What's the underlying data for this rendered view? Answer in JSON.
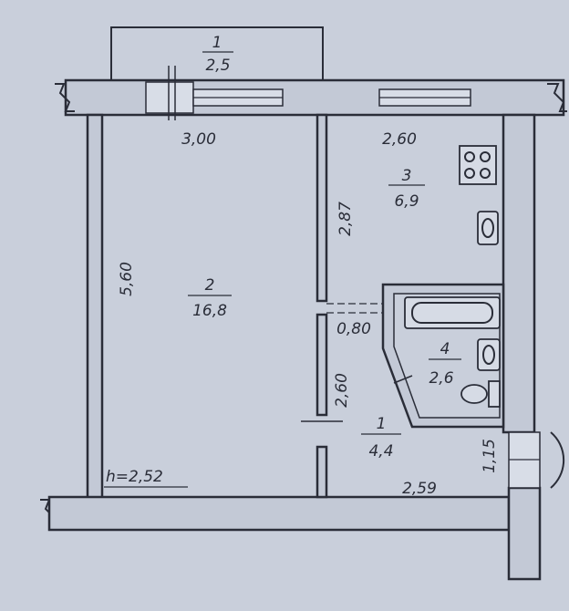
{
  "rooms": [
    {
      "number": "1",
      "area": "2,5"
    },
    {
      "number": "2",
      "area": "16,8"
    },
    {
      "number": "3",
      "area": "6,9"
    },
    {
      "number": "4",
      "area": "2,6"
    },
    {
      "number": "1",
      "area": "4,4"
    }
  ],
  "dimensions": {
    "balcony_width": "3,00",
    "kitchen_width": "2,60",
    "kitchen_depth": "2,87",
    "room_depth": "5,60",
    "door_width": "0,80",
    "hall_depth": "2,60",
    "hall_width": "2,59",
    "entrance_depth": "1,15"
  },
  "ceiling_height": "h=2,52"
}
